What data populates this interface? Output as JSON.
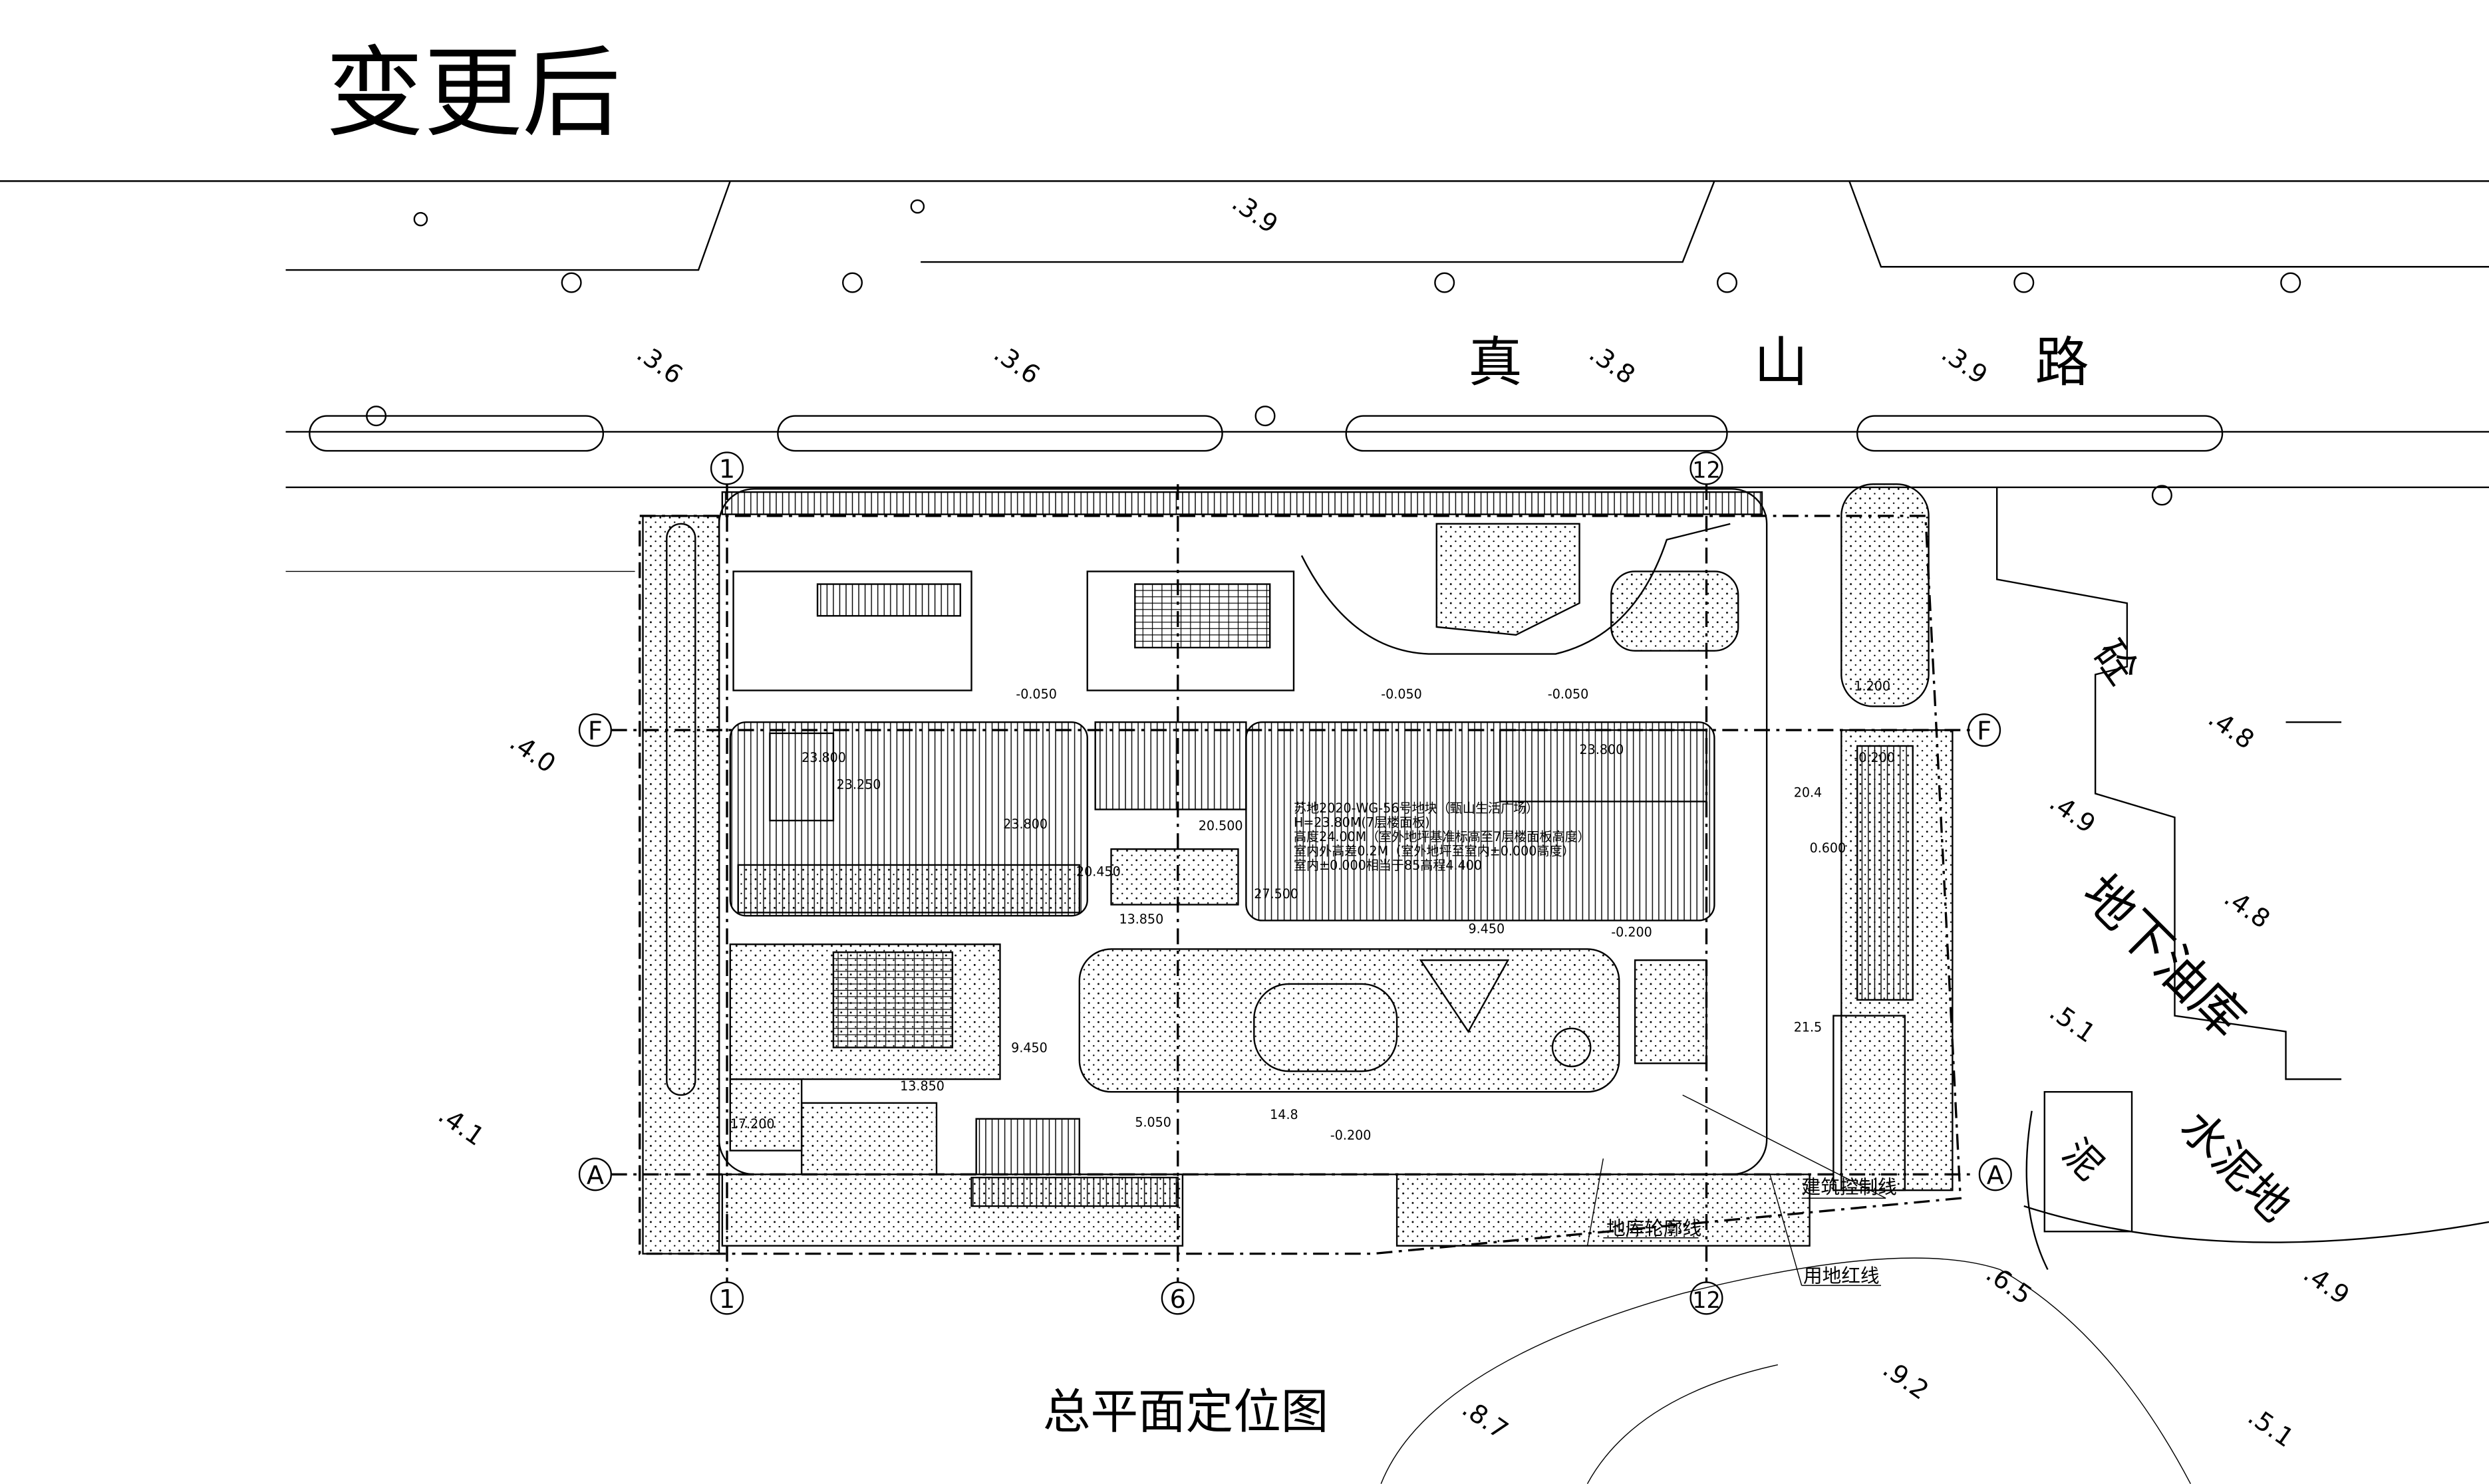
{
  "title": "变更后",
  "road_name": [
    "真",
    "山",
    "路"
  ],
  "caption": "总平面定位图",
  "grid_axes": {
    "vertical": [
      "1",
      "6",
      "12"
    ],
    "horizontal": [
      "F",
      "A"
    ]
  },
  "surroundings": {
    "oil_depot": "地下油库",
    "cement_ground": "水泥地",
    "concrete": "砼",
    "mud": "泥"
  },
  "legend_labels": {
    "building_control_line": "建筑控制线",
    "basement_outline": "地库轮廓线",
    "land_red_line": "用地红线"
  },
  "site_note": [
    "苏地2020-WG-56号地块（甄山生活广场）",
    "H=23.80M(7层楼面板)",
    "高度24.00M（室外地坪基准标高至7层楼面板高度）",
    "室内外高差0.2M（室外地坪至室内±0.000高度）",
    "室内±0.000相当于85高程4.400"
  ],
  "elevations": [
    "23.800",
    "23.250",
    "23.800",
    "23.800",
    "20.500",
    "27.500",
    "20.450",
    "13.850",
    "9.450",
    "9.450",
    "13.850",
    "17.200",
    "5.050",
    "-0.050",
    "-0.050",
    "-0.050",
    "-0.200",
    "-0.200",
    "-0.200",
    "0.600",
    "1.200",
    "20.4",
    "21.5",
    "14.8"
  ],
  "spot_heights": [
    ".3.9",
    ".3.6",
    ".3.6",
    ".3.8",
    ".3.9",
    ".4.0",
    ".4.1",
    ".4.8",
    ".4.9",
    ".4.8",
    ".5.1",
    ".6.5",
    ".9.2",
    ".8.7",
    ".5.1",
    ".4.9"
  ]
}
